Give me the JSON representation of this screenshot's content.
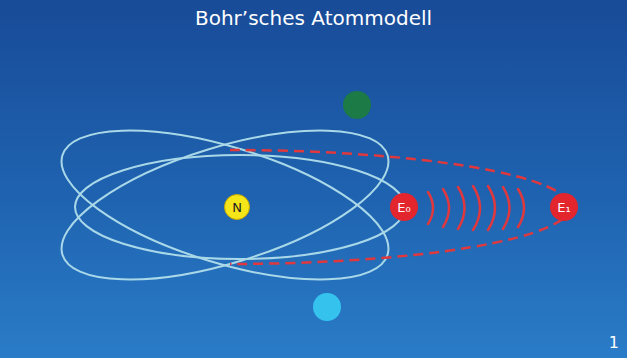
{
  "diagram": {
    "title": "Bohr’sches Atommodell",
    "nodes": [
      {
        "text": [
          "N"
        ]
      },
      {
        "text": [
          "E₀"
        ]
      },
      {
        "text": [
          "E₁"
        ]
      }
    ],
    "labels": [
      "1"
    ]
  }
}
